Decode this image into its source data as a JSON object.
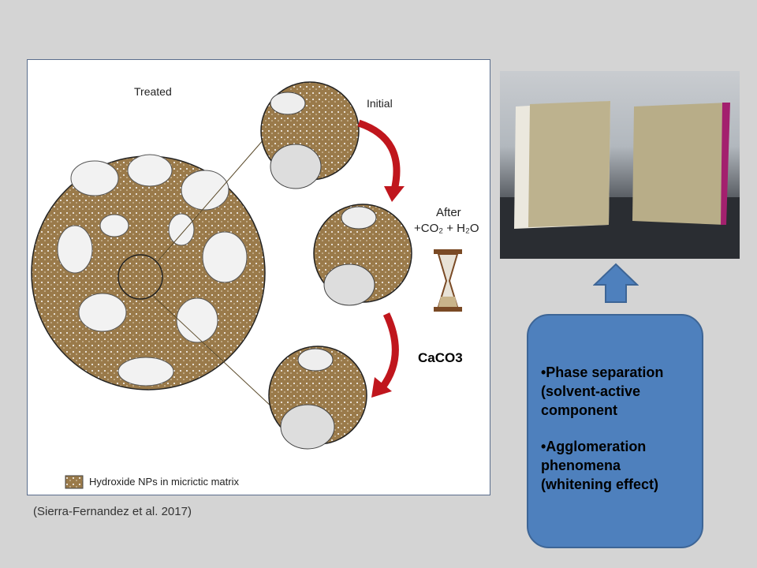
{
  "figure": {
    "treated_label": "Treated",
    "initial_label": "Initial",
    "after_label": "After",
    "reaction_label": "+CO₂ + H₂O",
    "product_label": "CaCO3",
    "legend_label": "Hydroxide NPs in micrictic matrix"
  },
  "citation": "(Sierra-Fernandez et al. 2017)",
  "info_box": {
    "bullets": [
      "•Phase separation (solvent-active component",
      "•Agglomeration phenomena (whitening effect)"
    ]
  },
  "colors": {
    "background": "#d4d4d4",
    "box_fill": "#4e80bd",
    "arrow_fill": "#4e80bd",
    "red_arrow": "#c0161d",
    "matrix_brown": "#9a7a4a"
  }
}
